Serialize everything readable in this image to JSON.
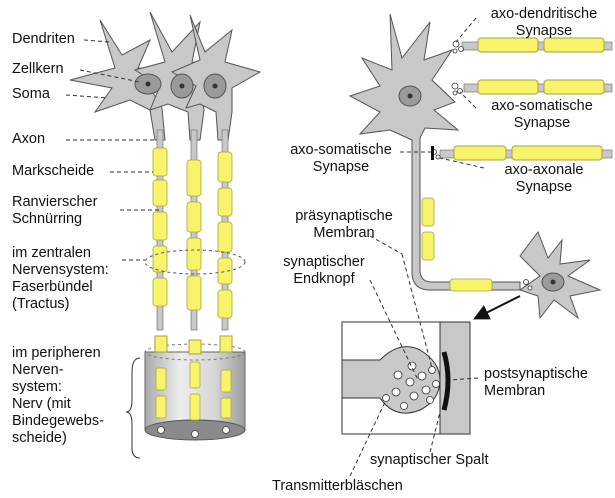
{
  "colors": {
    "cell": "#c8c8c8",
    "cell_stroke": "#555555",
    "myelin": "#f7f36a",
    "myelin_stroke": "#a8a23a",
    "nucleus": "#9a9a9a",
    "vesicle": "#ffffff",
    "membrane": "#111111",
    "background": "#ffffff"
  },
  "left_panel": {
    "labels": {
      "dendrites": "Dendriten",
      "nucleus": "Zellkern",
      "soma": "Soma",
      "axon": "Axon",
      "myelin_sheath": "Markscheide",
      "ranvier_node": "Ranvierscher\nSchnürring",
      "cns": "im zentralen\nNervensystem:\nFaserbündel\n(Tractus)",
      "pns": "im peripheren\nNerven-\nsystem:\nNerv (mit\nBindegewebs-\nscheide)"
    }
  },
  "right_panel": {
    "labels": {
      "axo_dendritic": "axo-dendritische\nSynapse",
      "axo_somatic_top": "axo-somatische\nSynapse",
      "axo_somatic_left": "axo-somatische\nSynapse",
      "axo_axonal": "axo-axonale\nSynapse",
      "presynaptic_membrane": "präsynaptische\nMembran",
      "synaptic_knob": "synaptischer\nEndknopf",
      "postsynaptic_membrane": "postsynaptische\nMembran",
      "synaptic_cleft": "synaptischer Spalt",
      "transmitter_vesicles": "Transmitterbläschen"
    }
  }
}
